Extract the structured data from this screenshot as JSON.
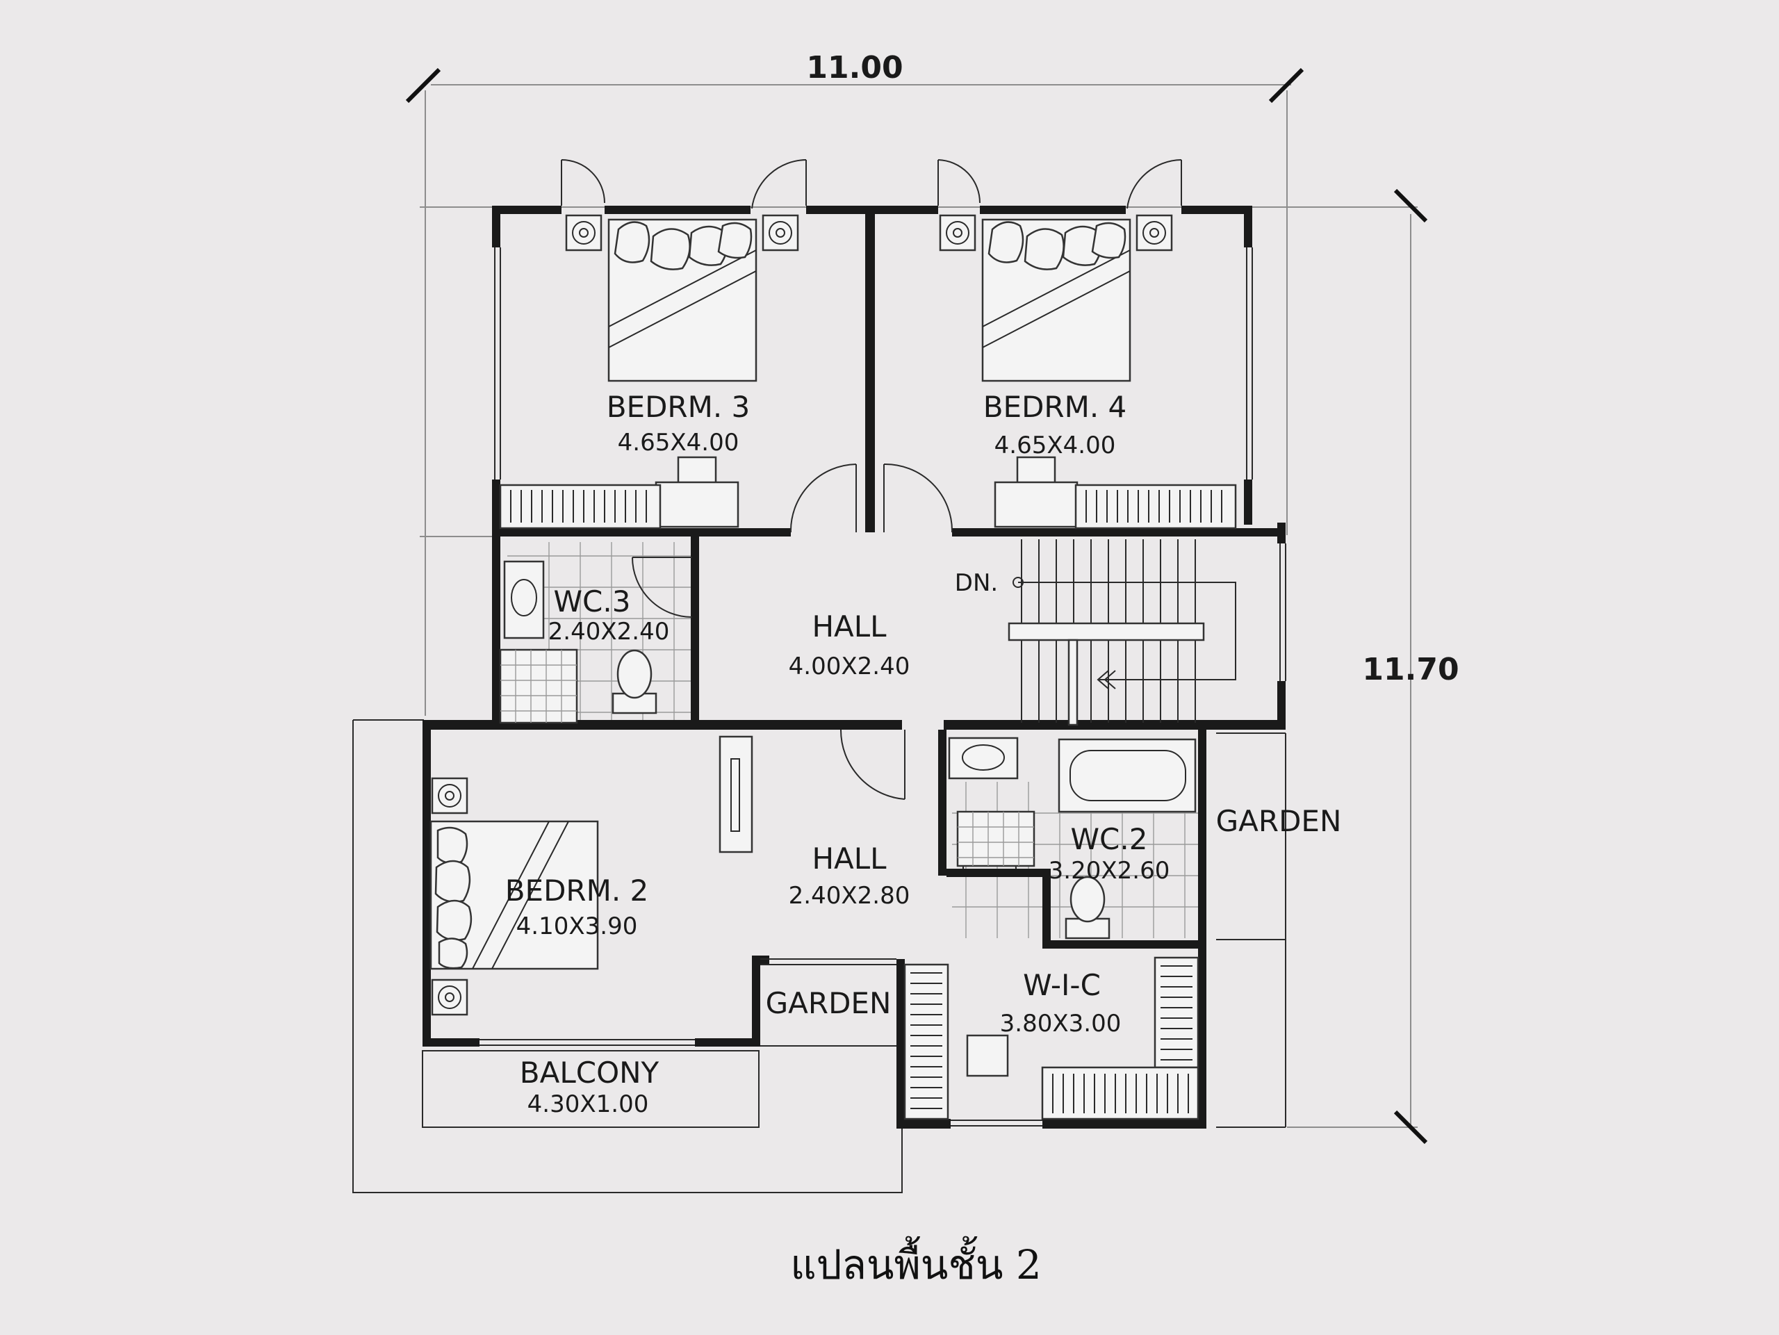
{
  "dimensions": {
    "width": "11.00",
    "depth": "11.70"
  },
  "rooms": {
    "bedroom3": {
      "name": "BEDRM. 3",
      "size": "4.65X4.00"
    },
    "bedroom4": {
      "name": "BEDRM. 4",
      "size": "4.65X4.00"
    },
    "wc3": {
      "name": "WC.3",
      "size": "2.40X2.40"
    },
    "hall_upper": {
      "name": "HALL",
      "size": "4.00X2.40"
    },
    "bedroom2": {
      "name": "BEDRM. 2",
      "size": "4.10X3.90"
    },
    "hall_lower": {
      "name": "HALL",
      "size": "2.40X2.80"
    },
    "wc2": {
      "name": "WC.2",
      "size": "3.20X2.60"
    },
    "garden_right": {
      "name": "GARDEN"
    },
    "garden_center": {
      "name": "GARDEN"
    },
    "wic": {
      "name": "W-I-C",
      "size": "3.80X3.00"
    },
    "balcony": {
      "name": "BALCONY",
      "size": "4.30X1.00"
    }
  },
  "stair_label": "DN.",
  "caption": "แปลนพื้นชั้น 2"
}
